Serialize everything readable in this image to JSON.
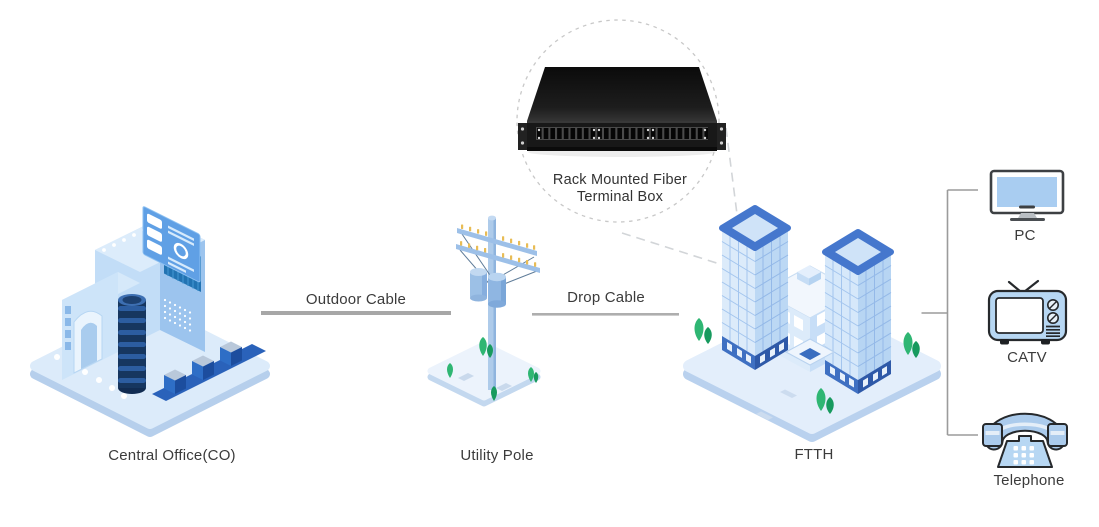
{
  "diagram": {
    "callout": {
      "label_line1": "Rack Mounted Fiber",
      "label_line2": "Terminal Box"
    },
    "cables": [
      {
        "id": "outdoor-cable",
        "label": "Outdoor Cable"
      },
      {
        "id": "drop-cable",
        "label": "Drop Cable"
      }
    ],
    "nodes": [
      {
        "id": "central-office",
        "label": "Central Office(CO)"
      },
      {
        "id": "utility-pole",
        "label": "Utility Pole"
      },
      {
        "id": "ftth",
        "label": "FTTH"
      }
    ],
    "endpoints": [
      {
        "id": "pc",
        "label": "PC"
      },
      {
        "id": "catv",
        "label": "CATV"
      },
      {
        "id": "telephone",
        "label": "Telephone"
      }
    ],
    "colors": {
      "label_text": "#3b3b3b",
      "cable_line": "#a7a7a7",
      "bracket_line": "#9b9b9b",
      "callout_dash": "#d2d5d8",
      "circle_dash": "#c8c8c8",
      "building_blue": "#bcd8f4",
      "building_blue_dark": "#2e59a8",
      "roof_blue": "#4577cd",
      "tree_green": "#2fb673",
      "device_black": "#181818",
      "screen_blue": "#a9cdf1"
    }
  }
}
